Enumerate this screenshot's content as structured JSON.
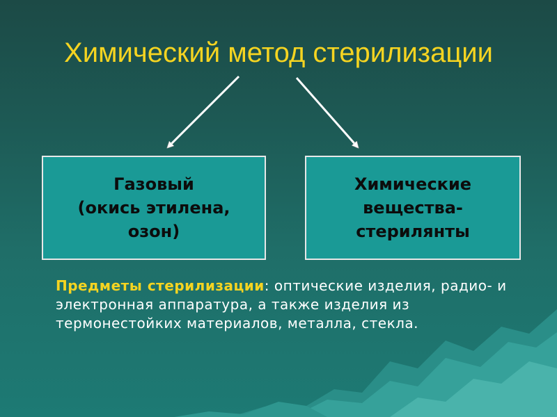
{
  "slide": {
    "title": "Химический метод стерилизации",
    "boxes": {
      "left": "Газовый\n(окись этилена,\nозон)",
      "right": "Химические\nвещества-\nстерилянты"
    },
    "note": {
      "label": "Предметы стерилизации",
      "separator": ": ",
      "text": "оптические изделия, радио- и электронная аппаратура, а также изделия из термонестойких материалов, металла, стекла."
    }
  },
  "colors": {
    "background": "#1d6a64",
    "title": "#f5d421",
    "box_fill": "#1a9a96",
    "box_border": "#e8e8e8",
    "note_label": "#f5d421",
    "note_text": "#ffffff"
  }
}
